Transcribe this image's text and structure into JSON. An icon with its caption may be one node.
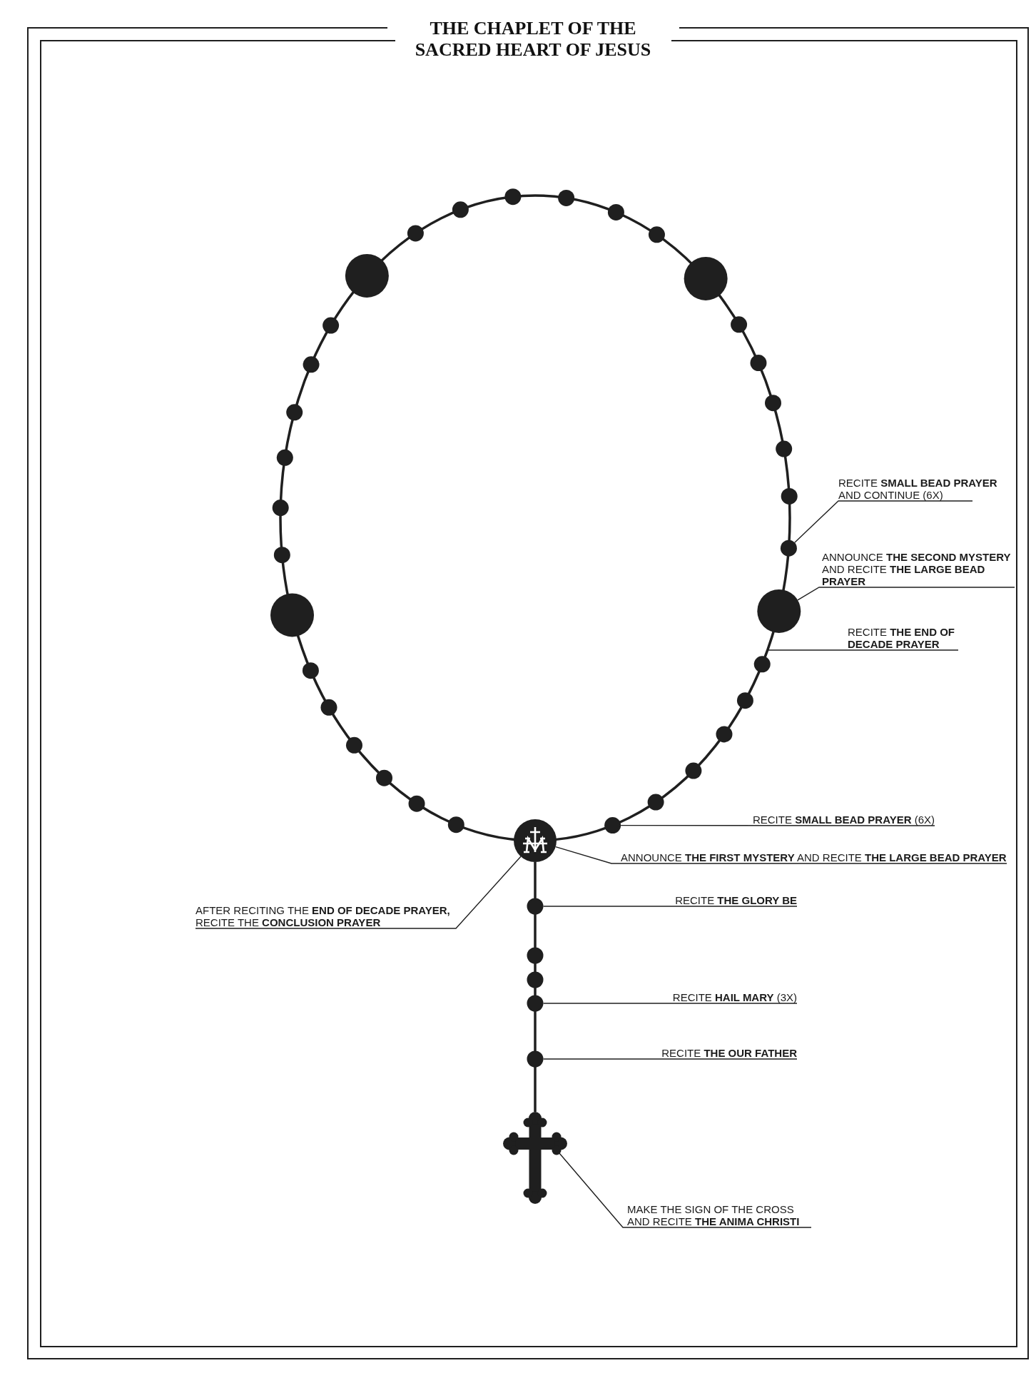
{
  "diagram": {
    "title": "THE CHAPLET OF THE SACRED HEART OF JESUS",
    "nodes": [
      {
        "text": [
          "RECITE **SMALL BEAD PRAYER** AND CONTINUE (6X)"
        ]
      },
      {
        "text": [],
        "shape": "circle"
      },
      {
        "text": [
          "ANNOUNCE **THE SECOND MYSTERY** AND RECITE **THE LARGE BEAD PRAYER**"
        ]
      },
      {
        "text": [],
        "shape": "circle"
      },
      {
        "text": [
          "RECITE **THE END OF DECADE PRAYER**"
        ]
      },
      {
        "text": [
          "RECITE **SMALL BEAD PRAYER** (6X)"
        ]
      },
      {
        "text": [],
        "shape": "circle"
      },
      {
        "text": [],
        "shape": "circle"
      },
      {
        "text": [
          "ANNOUNCE **THE FIRST MYSTERY** AND RECITE **THE LARGE BEAD PRAYER**"
        ]
      },
      {
        "text": [
          "AFTER RECITING THE **END OF DECADE PRAYER,** RECITE THE **CONCLUSION PRAYER**"
        ]
      },
      {
        "text": [
          "RECITE **THE GLORY BE**"
        ]
      },
      {
        "text": [],
        "shape": "circle"
      },
      {
        "text": [
          "RECITE **HAIL MARY** (3X)"
        ]
      },
      {
        "text": [],
        "shape": "circle"
      },
      {
        "text": [
          "RECITE **THE OUR FATHER**"
        ]
      },
      {
        "text": [],
        "shape": "circle"
      },
      {
        "text": [],
        "shape": "cross"
      },
      {
        "text": [
          "MAKE THE SIGN OF THE CROSS AND RECITE **THE ANIMA CHRISTI**"
        ]
      }
    ],
    "edges": [
      {
        "from": 0,
        "to": 1,
        "arrow": "none"
      },
      {
        "from": 2,
        "to": 3,
        "arrow": "none"
      },
      {
        "from": 4,
        "to": null,
        "arrow": "none"
      },
      {
        "from": 5,
        "to": 6,
        "arrow": "none"
      },
      {
        "from": 8,
        "to": 7,
        "arrow": "none"
      },
      {
        "from": 9,
        "to": 7,
        "arrow": "none"
      },
      {
        "from": 10,
        "to": 11,
        "arrow": "none"
      },
      {
        "from": 12,
        "to": 13,
        "arrow": "none"
      },
      {
        "from": 14,
        "to": 15,
        "arrow": "none"
      },
      {
        "from": 17,
        "to": 16,
        "arrow": "none"
      },
      {
        "from": 7,
        "to": 16,
        "arrow": "none"
      }
    ]
  }
}
